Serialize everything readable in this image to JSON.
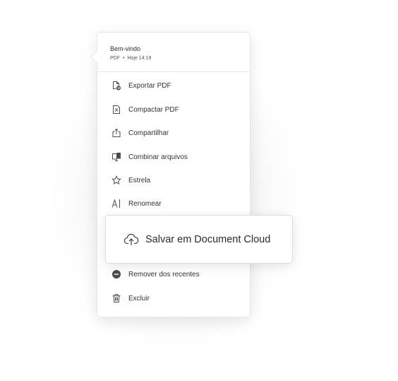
{
  "file": {
    "name": "Bem-vindo",
    "type": "PDF",
    "separator": "•",
    "modified": "Hoje 14:19"
  },
  "menu_items": [
    {
      "icon": "export-pdf-icon",
      "label": "Exportar PDF"
    },
    {
      "icon": "compress-pdf-icon",
      "label": "Compactar PDF"
    },
    {
      "icon": "share-icon",
      "label": "Compartilhar"
    },
    {
      "icon": "combine-files-icon",
      "label": "Combinar arquivos"
    },
    {
      "icon": "star-icon",
      "label": "Estrela"
    },
    {
      "icon": "rename-icon",
      "label": "Renomear"
    },
    {
      "icon": "remove-circle-icon",
      "label": "Remover dos recentes"
    },
    {
      "icon": "trash-icon",
      "label": "Excluir"
    }
  ],
  "highlight": {
    "icon": "cloud-upload-icon",
    "label": "Salvar em Document Cloud"
  }
}
